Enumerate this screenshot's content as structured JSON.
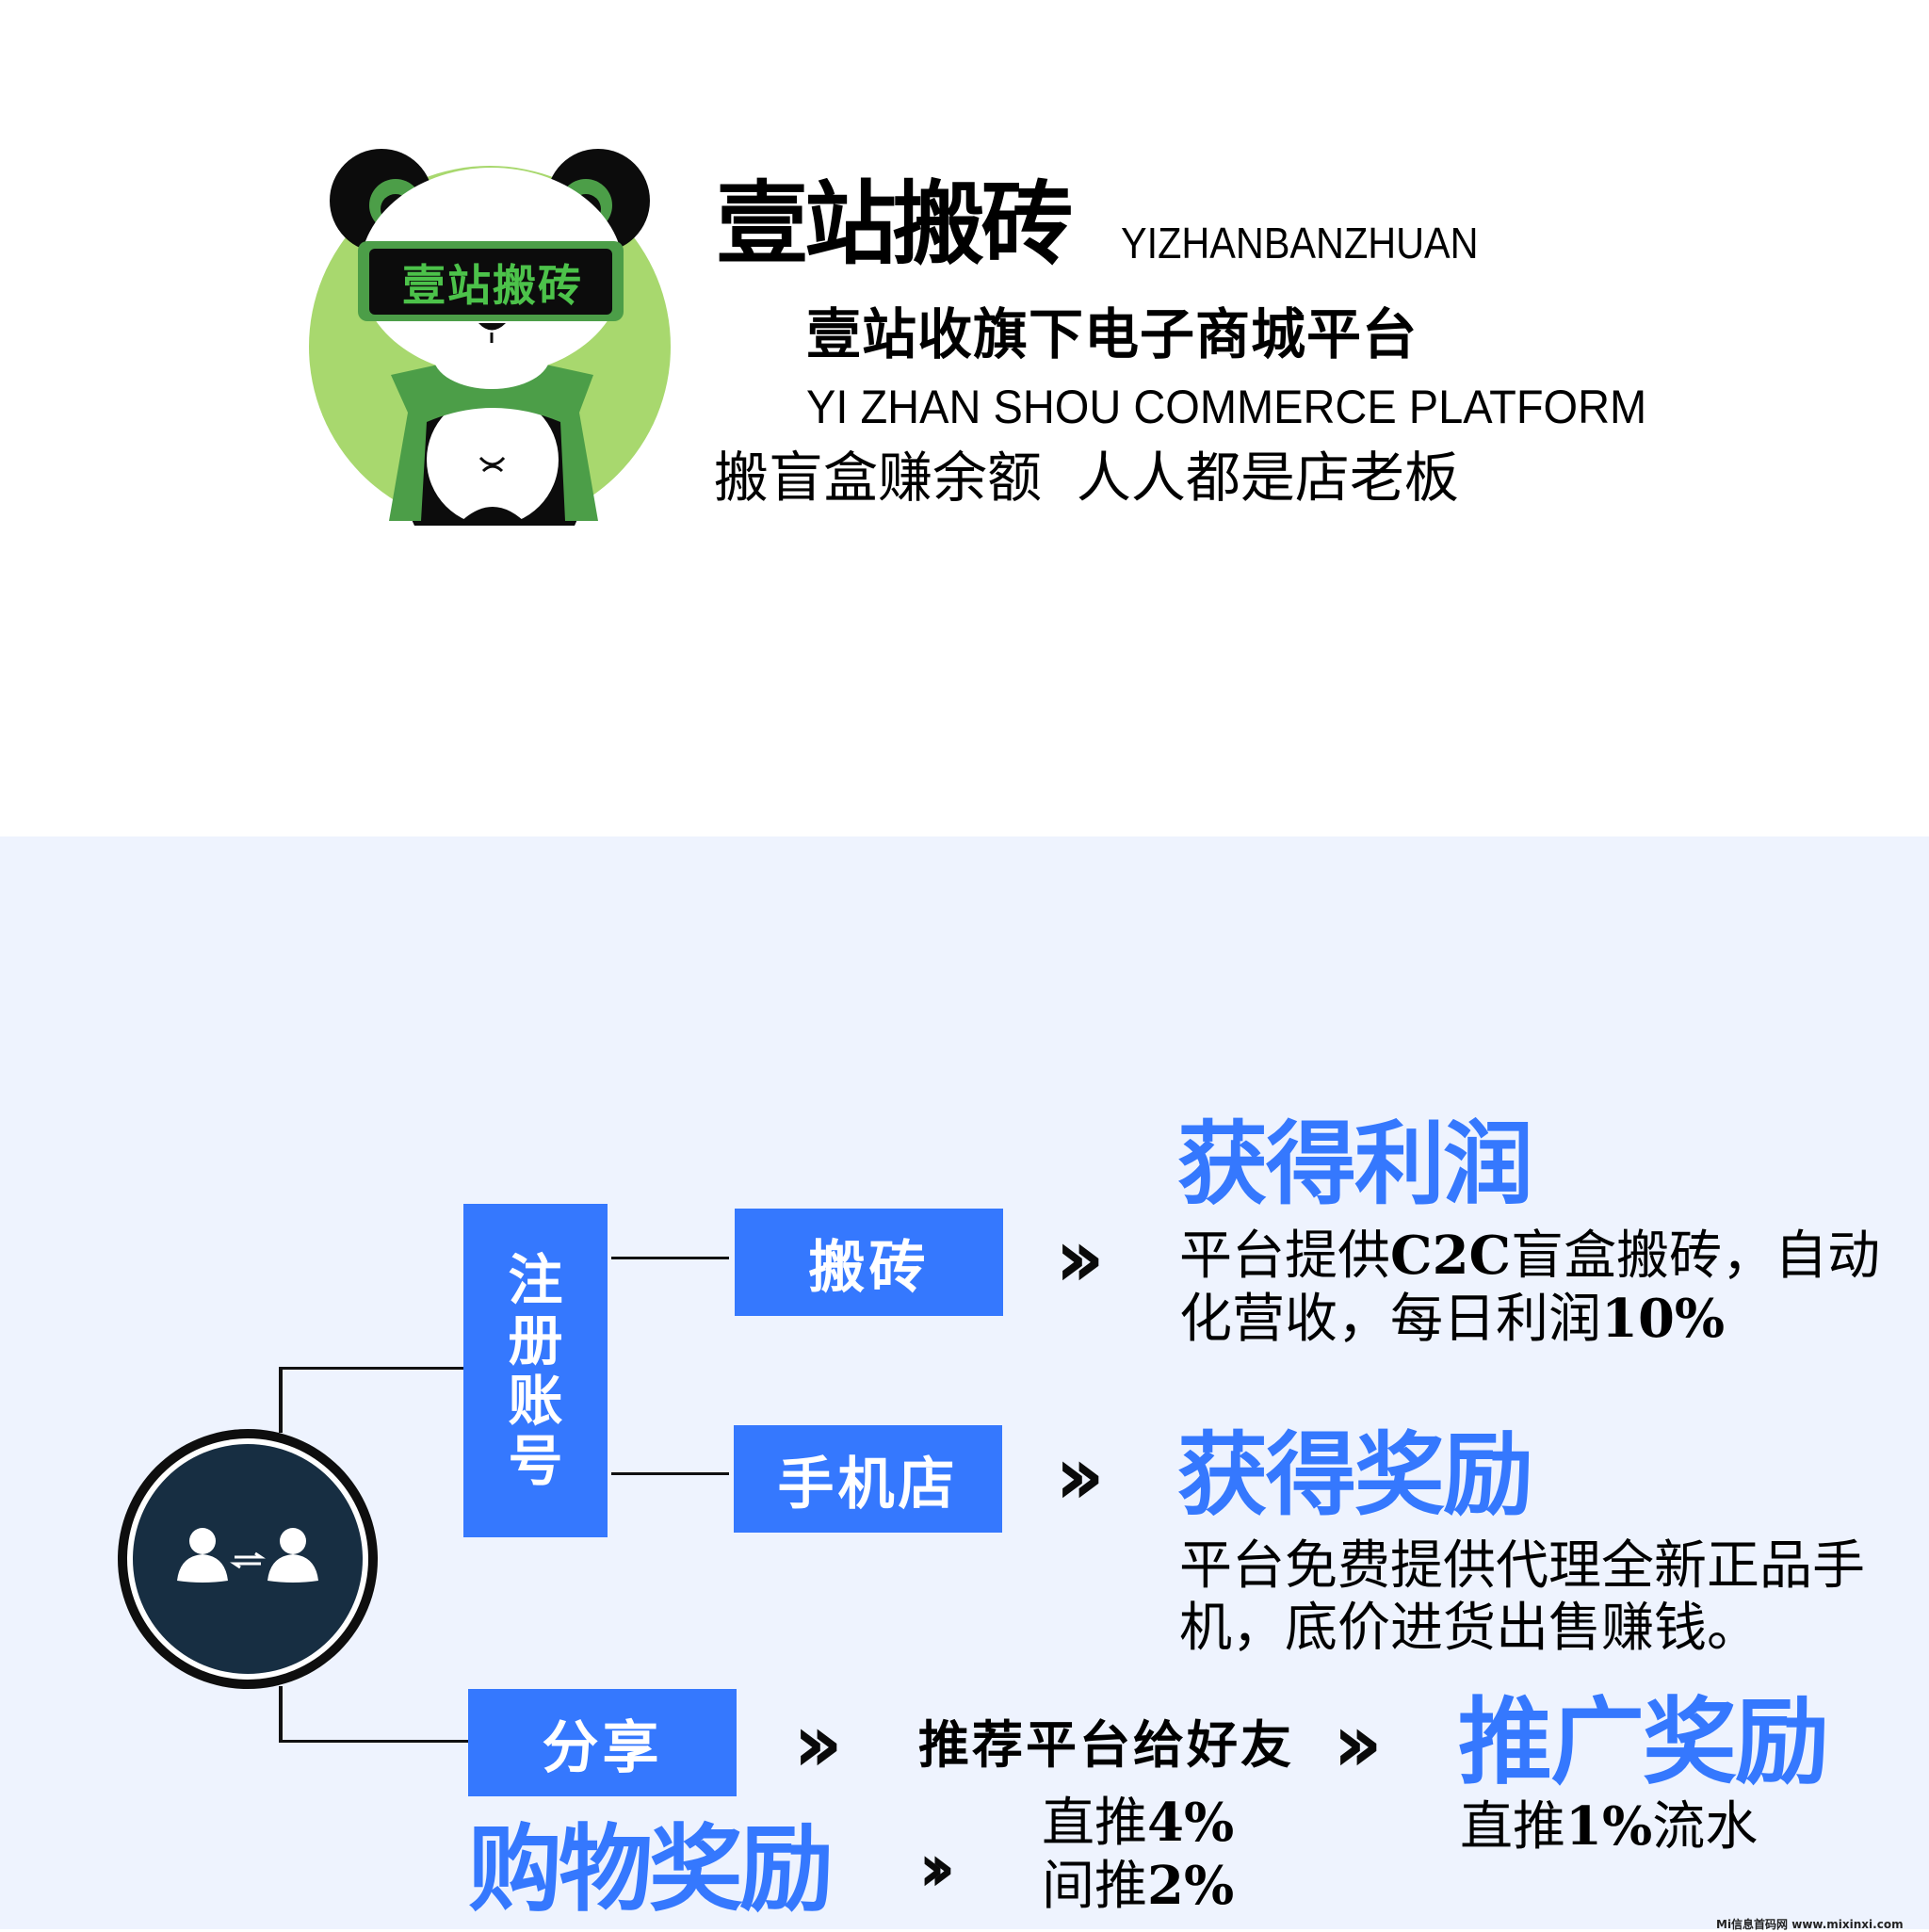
{
  "header": {
    "logo_badge_text": "壹站搬砖",
    "brand_title": "壹站搬砖",
    "brand_pinyin": "YIZHANBANZHUAN",
    "subtitle_cn": "壹站收旗下电子商城平台",
    "subtitle_en": "YI ZHAN SHOU COMMERCE PLATFORM",
    "slogan": "搬盲盒赚余额  人人都是店老板"
  },
  "colors": {
    "accent_blue": "#3578fe",
    "logo_green": "#a8d86e",
    "logo_dark_green": "#4c9e48",
    "circle_navy": "#172e42",
    "bottom_bg": "#eef3fe"
  },
  "diagram": {
    "root_icon": "user-exchange-icon",
    "register": {
      "label": [
        "注",
        "册",
        "账",
        "号"
      ]
    },
    "brick": {
      "label": "搬砖",
      "arrow": "»",
      "heading": "获得利润",
      "desc_pre": "平台提供",
      "desc_bold1": "C2C",
      "desc_mid": "盲盒搬砖，自动化营收，每日利润",
      "desc_bold2": "10%"
    },
    "phone_store": {
      "label": "手机店",
      "arrow": "»",
      "heading": "获得奖励",
      "desc": "平台免费提供代理全新正品手机，底价进货出售赚钱。"
    },
    "share": {
      "label": "分享",
      "arrow1": "»",
      "action": "推荐平台给好友",
      "arrow2": "»",
      "heading": "推广奖励",
      "desc_pre": "直推",
      "desc_bold": "1%",
      "desc_post": "流水"
    },
    "shopping": {
      "heading": "购物奖励",
      "arrow": "»",
      "direct_label": "直推",
      "direct_value": "4%",
      "indirect_label": "间推",
      "indirect_value": "2%"
    }
  },
  "watermark": "Mi信息首码网 www.mixinxi.com"
}
